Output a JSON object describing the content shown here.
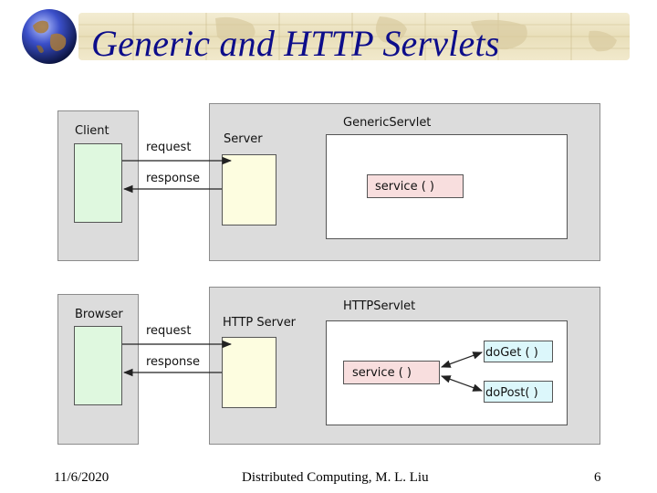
{
  "slide": {
    "title": "Generic and HTTP Servlets"
  },
  "diagram_top": {
    "client_label": "Client",
    "request_label": "request",
    "response_label": "response",
    "server_label": "Server",
    "servlet_label": "GenericServlet",
    "method_label": "service ( )"
  },
  "diagram_bottom": {
    "client_label": "Browser",
    "request_label": "request",
    "response_label": "response",
    "server_label": "HTTP Server",
    "servlet_label": "HTTPServlet",
    "method_label": "service ( )",
    "doget_label": "doGet ( )",
    "dopost_label": "doPost( )"
  },
  "footer": {
    "date": "11/6/2020",
    "course": "Distributed Computing, M. L. Liu",
    "page": "6"
  },
  "colors": {
    "title": "#0d0d8a",
    "panel": "#dcdcdc",
    "client_box": "#dff8df",
    "server_box": "#fdfde0",
    "service_box": "#f8dede",
    "handler_box": "#dcf7fb"
  }
}
